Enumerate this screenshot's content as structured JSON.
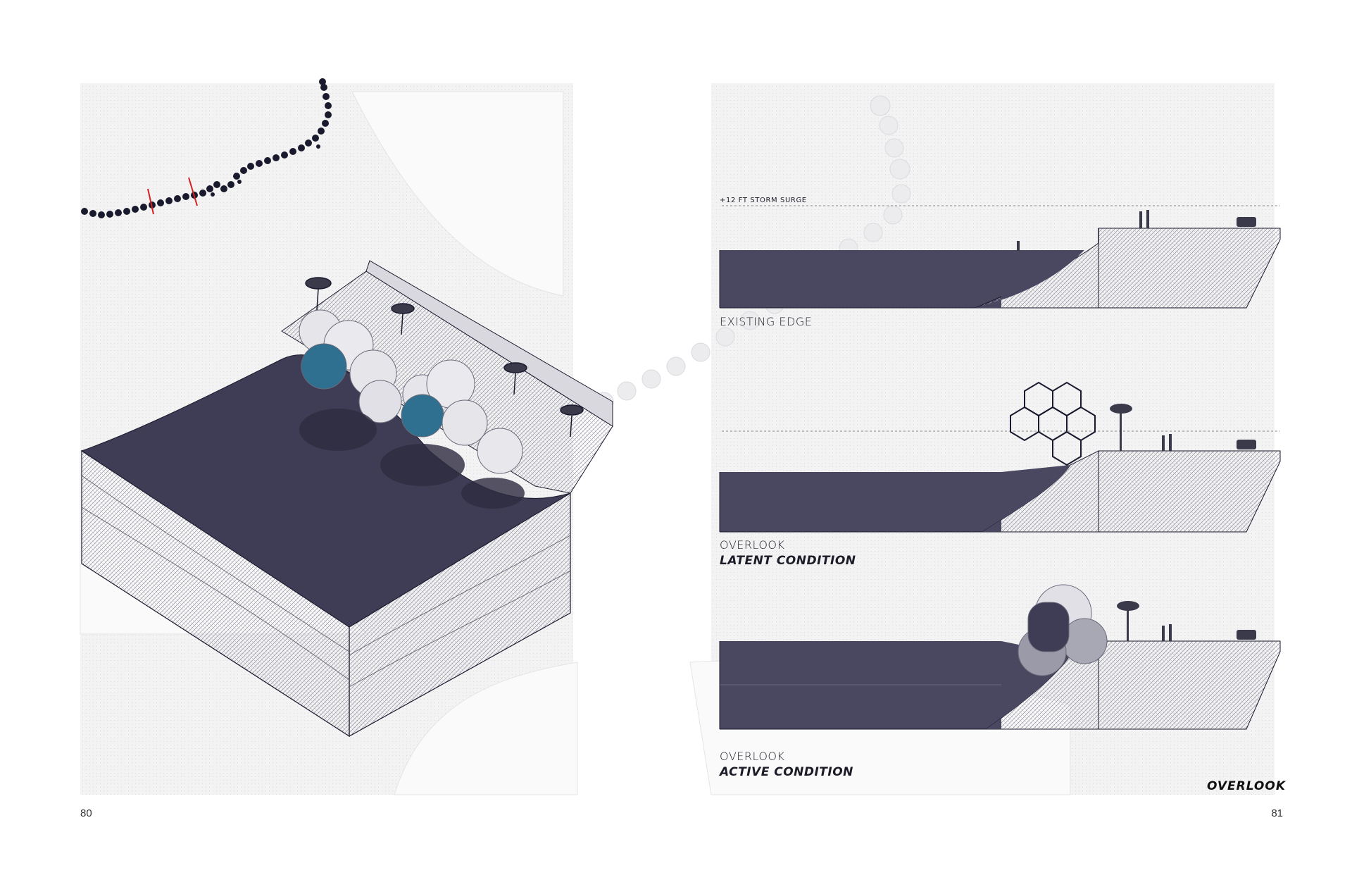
{
  "pages": {
    "left_number": "80",
    "right_number": "81"
  },
  "section_title": "OVERLOOK",
  "storm_surge_label": "+12 FT STORM SURGE",
  "sections": [
    {
      "title": "EXISTING EDGE",
      "subtitle": ""
    },
    {
      "title": "OVERLOOK",
      "subtitle": "LATENT CONDITION"
    },
    {
      "title": "OVERLOOK",
      "subtitle": "ACTIVE CONDITION"
    }
  ],
  "colors": {
    "water": "#4a4860",
    "water_dark": "#3f3d55",
    "ground_hatch": "#9a9aa8",
    "map_bg": "#f1f1f1",
    "pod_blue": "#2f6f8f",
    "pod_white": "#e6e6ea",
    "marker_red": "#d42020",
    "coast_line": "#1a1a2e"
  }
}
